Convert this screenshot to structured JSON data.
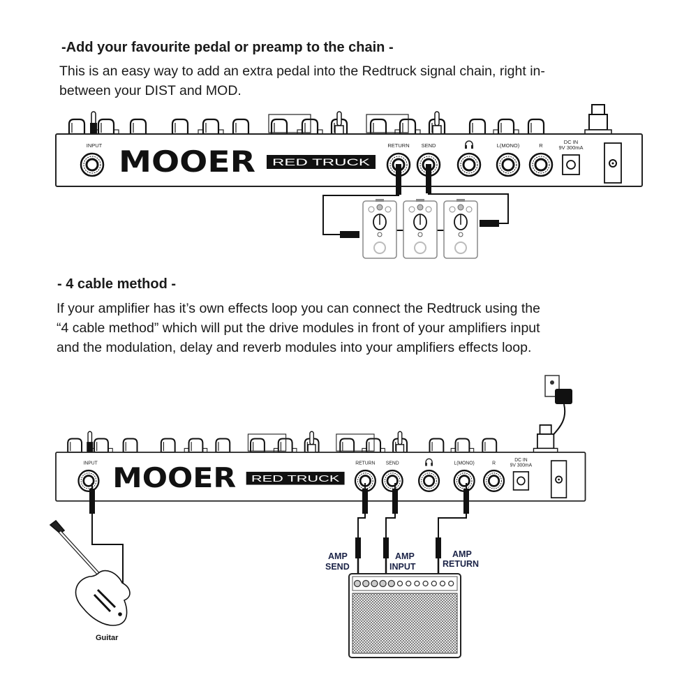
{
  "section1": {
    "heading": "-Add your favourite pedal or preamp to the chain -",
    "lines": [
      "This is an easy way to add an extra pedal into the Redtruck signal chain, right in-",
      "between your DIST and MOD."
    ]
  },
  "section2": {
    "heading": "- 4 cable method -",
    "lines": [
      "If your amplifier has it’s own effects loop you can connect the Redtruck using the",
      "“4 cable method” which will put the drive modules in front of your amplifiers input",
      "and the modulation, delay and reverb modules into your amplifiers effects loop."
    ]
  },
  "unit": {
    "brand": "MOOER",
    "model": "RED TRUCK",
    "jacks": {
      "input": "INPUT",
      "return": "RETURN",
      "send": "SEND",
      "lmono": "L(MONO)",
      "r": "R",
      "dc1": "DC IN",
      "dc2": "9V 300mA"
    }
  },
  "diagram2": {
    "amp_send": [
      "AMP",
      "SEND"
    ],
    "amp_input": [
      "AMP",
      "INPUT"
    ],
    "amp_return": [
      "AMP",
      "RETURN"
    ],
    "guitar": "Guitar"
  }
}
